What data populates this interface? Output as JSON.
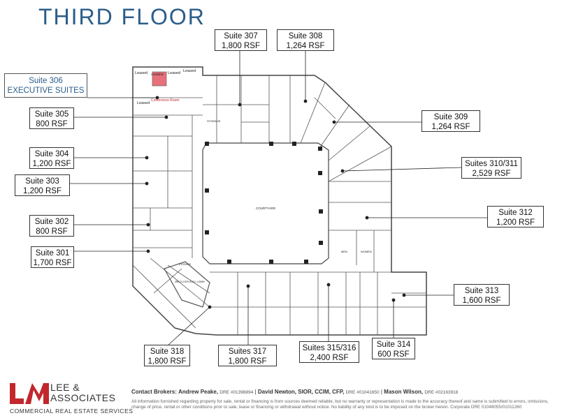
{
  "title": "THIRD FLOOR",
  "suites": [
    {
      "key": "s307",
      "name": "Suite 307",
      "rsf": "1,800 RSF"
    },
    {
      "key": "s308",
      "name": "Suite 308",
      "rsf": "1,264 RSF"
    },
    {
      "key": "s306",
      "name": "Suite 306",
      "rsf": "EXECUTIVE SUITES"
    },
    {
      "key": "s305",
      "name": "Suite 305",
      "rsf": "800 RSF"
    },
    {
      "key": "s309",
      "name": "Suite 309",
      "rsf": "1,264 RSF"
    },
    {
      "key": "s304",
      "name": "Suite 304",
      "rsf": "1,200 RSF"
    },
    {
      "key": "s310",
      "name": "Suites 310/311",
      "rsf": "2,529 RSF"
    },
    {
      "key": "s303",
      "name": "Suite 303",
      "rsf": "1,200 RSF"
    },
    {
      "key": "s312",
      "name": "Suite 312",
      "rsf": "1,200 RSF"
    },
    {
      "key": "s302",
      "name": "Suite 302",
      "rsf": "800 RSF"
    },
    {
      "key": "s301",
      "name": "Suite 301",
      "rsf": "1,700 RSF"
    },
    {
      "key": "s313",
      "name": "Suite 313",
      "rsf": "1,600 RSF"
    },
    {
      "key": "s314",
      "name": "Suite 314",
      "rsf": "600 RSF"
    },
    {
      "key": "s318",
      "name": "Suite 318",
      "rsf": "1,800 RSF"
    },
    {
      "key": "s317",
      "name": "Suites 317",
      "rsf": "1,800 RSF"
    },
    {
      "key": "s315",
      "name": "Suites 315/316",
      "rsf": "2,400 RSF"
    }
  ],
  "plan_labels": {
    "leased1": "Leased",
    "available": "Available",
    "leased2": "Leased",
    "leased3": "Leased",
    "leased4": "Leased",
    "conference": "Conference Room",
    "storage": "STORAGE",
    "courtyard": "COURTYARD",
    "men": "MEN",
    "women": "WOMEN",
    "storage2": "STORAGE",
    "lobby": "3RD FLOOR ELEV. LOBBY"
  },
  "logo": {
    "line1": "LEE &",
    "line2": "ASSOCIATES",
    "sub": "COMMERCIAL REAL ESTATE SERVICES",
    "accent": "#c1272d"
  },
  "brokers": {
    "label": "Contact Brokers:",
    "b1": "Andrew Peake,",
    "b1dre": "DRE #01398894",
    "b2": "David Newton, SIOR, CCIM, CFP,",
    "b2dre": "DRE #01041650",
    "b3": "Mason Wilson,",
    "b3dre": "DRE #02163918"
  },
  "disclaimer": "All information furnished regarding property for sale, rental or financing is from sources deemed reliable, but no warranty or representation is made to the accuracy thereof and same is submitted to errors, omissions, change of price, rental or other conditions prior to sale, lease or financing or withdrawal without notice. No liability of any kind is to be imposed on the broker herein. Corporate DRE 01048055/01011260",
  "colors": {
    "title": "#2a5d8a",
    "available": "#e8707a"
  }
}
